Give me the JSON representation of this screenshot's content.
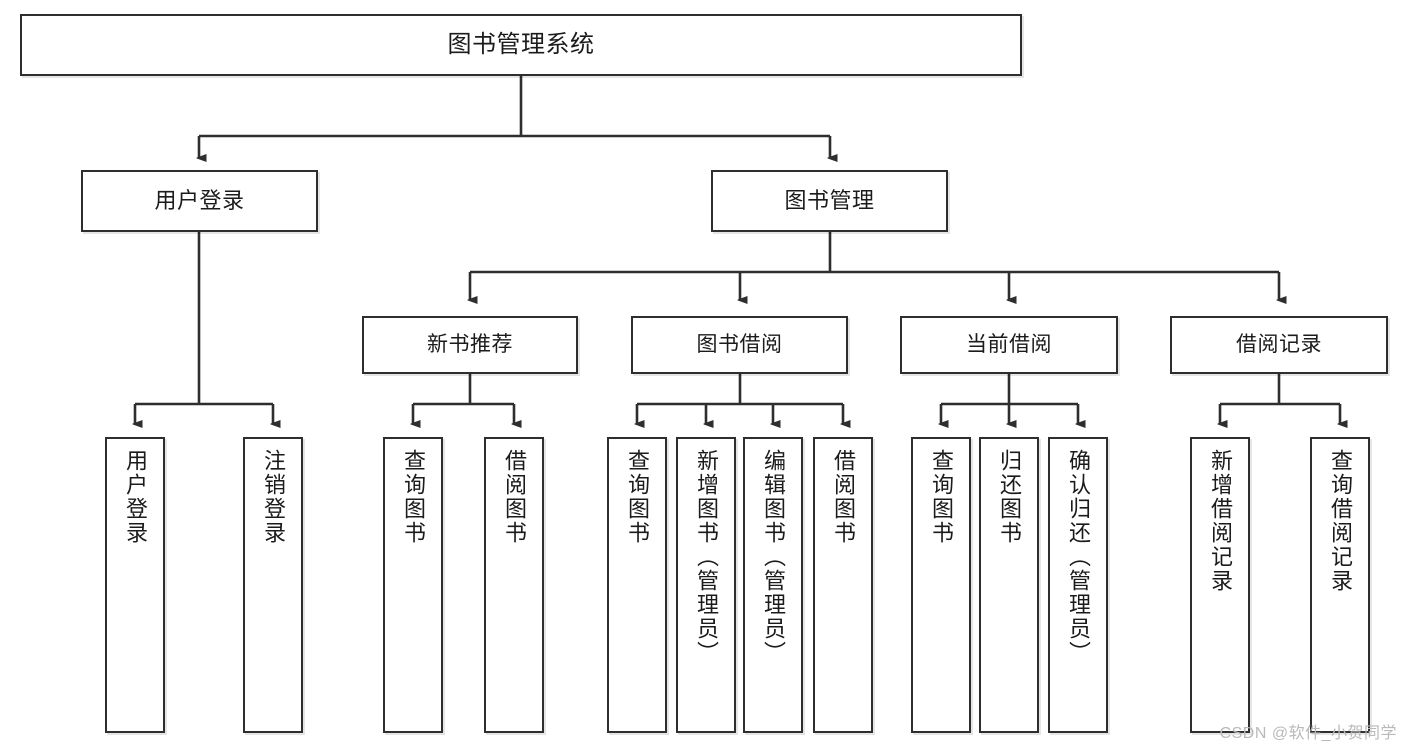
{
  "diagram": {
    "type": "tree-hierarchy",
    "title": "图书管理系统",
    "root": {
      "label": "图书管理系统"
    },
    "level1": [
      {
        "id": "user-login",
        "label": "用户登录"
      },
      {
        "id": "book-manage",
        "label": "图书管理"
      }
    ],
    "level2": [
      {
        "id": "new-book-recommend",
        "label": "新书推荐",
        "parent": "book-manage"
      },
      {
        "id": "book-borrow",
        "label": "图书借阅",
        "parent": "book-manage"
      },
      {
        "id": "current-borrow",
        "label": "当前借阅",
        "parent": "book-manage"
      },
      {
        "id": "borrow-record",
        "label": "借阅记录",
        "parent": "book-manage"
      }
    ],
    "leaves": [
      {
        "id": "leaf-user-login",
        "label": "用户登录",
        "parent": "user-login"
      },
      {
        "id": "leaf-logout-login",
        "label": "注销登录",
        "parent": "user-login"
      },
      {
        "id": "leaf-query-book-1",
        "label": "查询图书",
        "parent": "new-book-recommend"
      },
      {
        "id": "leaf-borrow-book-1",
        "label": "借阅图书",
        "parent": "new-book-recommend"
      },
      {
        "id": "leaf-query-book-2",
        "label": "查询图书",
        "parent": "book-borrow"
      },
      {
        "id": "leaf-add-book",
        "label": "新增图书（管理员）",
        "parent": "book-borrow"
      },
      {
        "id": "leaf-edit-book",
        "label": "编辑图书（管理员）",
        "parent": "book-borrow"
      },
      {
        "id": "leaf-borrow-book-2",
        "label": "借阅图书",
        "parent": "book-borrow"
      },
      {
        "id": "leaf-query-book-3",
        "label": "查询图书",
        "parent": "current-borrow"
      },
      {
        "id": "leaf-return-book",
        "label": "归还图书",
        "parent": "current-borrow"
      },
      {
        "id": "leaf-confirm-return",
        "label": "确认归还（管理员）",
        "parent": "current-borrow"
      },
      {
        "id": "leaf-add-record",
        "label": "新增借阅记录",
        "parent": "borrow-record"
      },
      {
        "id": "leaf-query-record",
        "label": "查询借阅记录",
        "parent": "borrow-record"
      }
    ],
    "colors": {
      "stroke": "#2e2e2e",
      "fill": "#ffffff",
      "text": "#1b1b1b",
      "watermark": "#b9b9b9"
    }
  },
  "watermark": {
    "text": "CSDN @软件_小贺同学"
  }
}
